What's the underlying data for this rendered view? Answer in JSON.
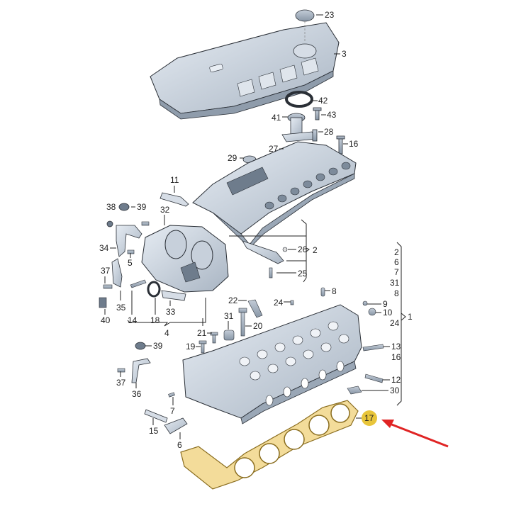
{
  "diagram": {
    "type": "exploded-parts-diagram",
    "subject": "engine cylinder head assembly",
    "colors": {
      "part_fill": "#cfd8e3",
      "part_stroke": "#2a2f36",
      "gasket_fill": "#f3dc9a",
      "gasket_stroke": "#8a6d1f",
      "highlight_badge": "#e8c53a",
      "arrow": "#e02424",
      "leader": "#222222"
    },
    "callouts": [
      {
        "id": "c23",
        "label": "23"
      },
      {
        "id": "c3",
        "label": "3"
      },
      {
        "id": "c42",
        "label": "42"
      },
      {
        "id": "c41",
        "label": "41"
      },
      {
        "id": "c43",
        "label": "43"
      },
      {
        "id": "c28",
        "label": "28"
      },
      {
        "id": "c27",
        "label": "27"
      },
      {
        "id": "c16a",
        "label": "16"
      },
      {
        "id": "c29",
        "label": "29"
      },
      {
        "id": "c11",
        "label": "11"
      },
      {
        "id": "c38",
        "label": "38"
      },
      {
        "id": "c39a",
        "label": "39"
      },
      {
        "id": "c32",
        "label": "32"
      },
      {
        "id": "c34",
        "label": "34"
      },
      {
        "id": "c5",
        "label": "5"
      },
      {
        "id": "c37a",
        "label": "37"
      },
      {
        "id": "c35",
        "label": "35"
      },
      {
        "id": "c40",
        "label": "40"
      },
      {
        "id": "c14",
        "label": "14"
      },
      {
        "id": "c18",
        "label": "18"
      },
      {
        "id": "c33",
        "label": "33"
      },
      {
        "id": "c4",
        "label": "4"
      },
      {
        "id": "c26",
        "label": "26"
      },
      {
        "id": "c2grp",
        "label": "2"
      },
      {
        "id": "c25",
        "label": "25"
      },
      {
        "id": "c8",
        "label": "8"
      },
      {
        "id": "c24a",
        "label": "24"
      },
      {
        "id": "c22",
        "label": "22"
      },
      {
        "id": "c31",
        "label": "31"
      },
      {
        "id": "c20",
        "label": "20"
      },
      {
        "id": "c21",
        "label": "21"
      },
      {
        "id": "c19",
        "label": "19"
      },
      {
        "id": "c39b",
        "label": "39"
      },
      {
        "id": "c37b",
        "label": "37"
      },
      {
        "id": "c36",
        "label": "36"
      },
      {
        "id": "c7",
        "label": "7"
      },
      {
        "id": "c15",
        "label": "15"
      },
      {
        "id": "c6",
        "label": "6"
      },
      {
        "id": "c9",
        "label": "9"
      },
      {
        "id": "c10",
        "label": "10"
      },
      {
        "id": "c13",
        "label": "13"
      },
      {
        "id": "c16b",
        "label": "16"
      },
      {
        "id": "c12",
        "label": "12"
      },
      {
        "id": "c30",
        "label": "30"
      },
      {
        "id": "c17",
        "label": "17",
        "highlighted": true
      }
    ],
    "group_1": {
      "label": "1",
      "members": [
        "2",
        "6",
        "7",
        "31",
        "8",
        "9",
        "10",
        "24",
        "13",
        "16",
        "12",
        "30"
      ]
    },
    "group_2": {
      "label": "2",
      "members": [
        "26",
        "25"
      ]
    },
    "group_4": {
      "label": "4",
      "members": [
        "14",
        "18",
        "33"
      ]
    },
    "highlighted_part": {
      "label": "17",
      "name": "cylinder head gasket",
      "indicator": "red-arrow"
    }
  }
}
